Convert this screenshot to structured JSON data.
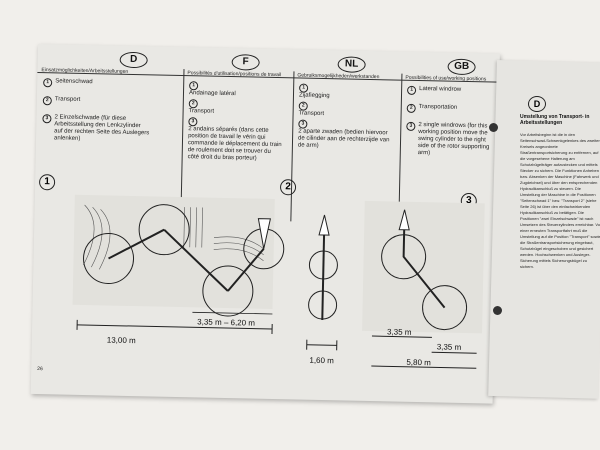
{
  "languages": [
    "D",
    "F",
    "NL",
    "GB"
  ],
  "headers": [
    "Einsatzmöglichkeiten/Arbeitsstellungen",
    "Possibilités d'utilisation/positions de travail",
    "Gebruiksmogelijkheden/werkstanden",
    "Possibilities of use/working positions"
  ],
  "columns": {
    "de": {
      "r1": "Seitenschwad",
      "r2": "Transport",
      "r3": "2 Einzelschwade (für diese Arbeitsstellung den Lenkzylinder auf der rechten Seite des Auslegers anlenken)"
    },
    "fr": {
      "r1": "Andainage latéral",
      "r2": "Transport",
      "r3": "2 andains séparés (dans cette position de travail le vérin qui commande le déplacement du train de roulement doit se trouver du côté droit du bras porteur)"
    },
    "nl": {
      "r1": "Zijafiegging",
      "r2": "Transport",
      "r3": "2 aparte zwaden (bedien hiervoor de cilinder aan de rechterzijde van de arm)"
    },
    "gb": {
      "r1": "Lateral windrow",
      "r2": "Transportation",
      "r3": "2 single windrows (for this working position move the swing cylinder to the right side of the rotor supporting arm)"
    }
  },
  "row_numbers": [
    "1",
    "2",
    "3"
  ],
  "figure": {
    "labels": [
      "1",
      "2",
      "3"
    ],
    "dims": [
      "13,00 m",
      "3,35 m – 6,20 m",
      "1,60 m",
      "3,35 m",
      "3,35 m",
      "5,80 m"
    ]
  },
  "page_number": "26",
  "right_page": {
    "circle": "D",
    "heading": "Umstellung von Transport- in Arbeitsstellungen",
    "body": "Vor Arbeitsbeginn ist die in den Seitenschwad-Schwenkgelenkes des zweiten Kreisels angeordnete Straßentransportsicherung zu entfernen, auf die vorgesehene Halterung am Schutzbügelträger aufzustecken und mittels Stecker zu sichern. Die Funktionen Anheben bzw. Absenken der Maschine (Fahrwerk und Zugdeichsel) und über den entsprechenden Hydraulikanschluß zu steuern. Die Umstellung der Maschine in die Positionen \"Seitenschwad 1\" bzw. \"Transport 2\" (siehe Seite 26) ist über den einfachwirkenden Hydraulikanschluß zu betätigen. Die Positionen \"zwei Einzelschwade\" ist nach Umsetzen des Steuerzylinders erreichbar. Vor einer erneuten Transportfahrt muß die Umstellung auf die Position \"Transport\" sowie die Straßentransportsicherung eingebaut, Schutzbügel eingeschoben und gesichert werden. Hochschwenken und Ausleger-Sicherung mittels Sicherungsbügel zu sichern."
  }
}
